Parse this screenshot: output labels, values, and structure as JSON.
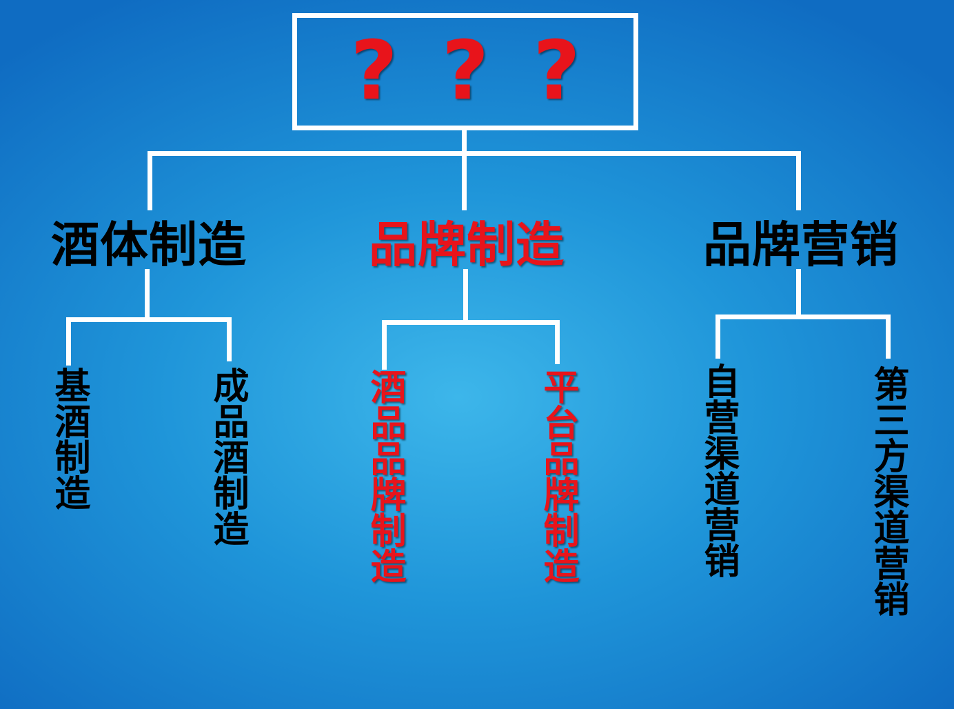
{
  "root": {
    "marks": [
      "?",
      "?",
      "?"
    ],
    "color": "#e8141b"
  },
  "branches": [
    {
      "label": "酒体制造",
      "color": "#000000",
      "children": [
        "基酒制造",
        "成品酒制造"
      ]
    },
    {
      "label": "品牌制造",
      "color": "#e8141b",
      "children": [
        "酒品品牌制造",
        "平台品牌制造"
      ]
    },
    {
      "label": "品牌营销",
      "color": "#000000",
      "children": [
        "自营渠道营销",
        "第三方渠道营销"
      ]
    }
  ],
  "colors": {
    "background": "#1f95d9",
    "connector": "#ffffff",
    "highlight": "#e8141b",
    "text": "#000000"
  }
}
